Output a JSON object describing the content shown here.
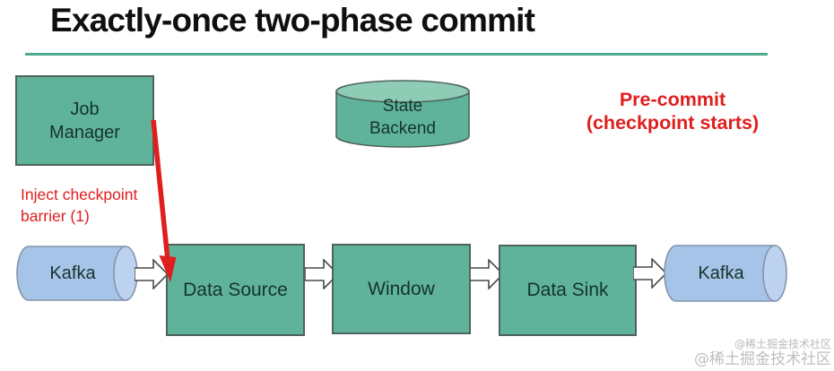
{
  "slide": {
    "title": "Exactly-once two-phase commit"
  },
  "annotations": {
    "inject_barrier": "Inject checkpoint\nbarrier (1)",
    "precommit": "Pre-commit\n(checkpoint starts)"
  },
  "nodes": {
    "job_manager": "Job\nManager",
    "state_backend": "State\nBackend",
    "kafka_left": "Kafka",
    "data_source": "Data Source",
    "window": "Window",
    "data_sink": "Data Sink",
    "kafka_right": "Kafka"
  },
  "watermark": {
    "small": "@稀土掘金技术社区",
    "large": "@稀土掘金技术社区"
  },
  "icons": {
    "flow_arrow": "block-arrow-right-icon",
    "barrier_arrow": "red-arrow-down-icon"
  },
  "colors": {
    "green_fill": "#5fb39a",
    "green_top": "#8fccb6",
    "box_border": "#4e635b",
    "box_text": "#16332c",
    "kafka_fill": "#a6c4e7",
    "kafka_cap": "#bdd2ef",
    "kafka_border": "#8494ab",
    "red": "#e01e1e",
    "underline_color": "#4aa98e",
    "title_color": "#0f0f0f",
    "watermark_color": "#a3a3a3",
    "arrow_outline": "#4a4a4a"
  }
}
